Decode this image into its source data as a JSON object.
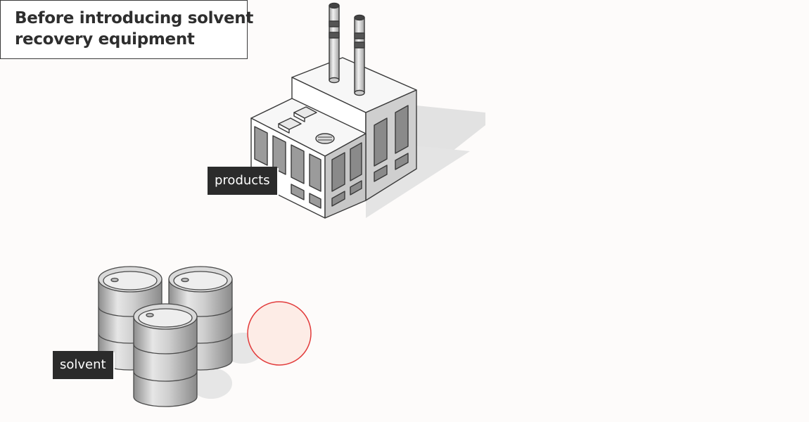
{
  "title": {
    "line1": "Before introducing solvent",
    "line2": "recovery equipment"
  },
  "labels": {
    "products": "products",
    "solvent": "solvent"
  },
  "colors": {
    "background": "#fdfbfa",
    "label_background": "#2b2b2b",
    "marker_stroke": "#e23b3b",
    "marker_fill": "#fdece6"
  },
  "icons": {
    "factory": "factory-icon",
    "barrels": "oil-drum-icon",
    "marker": "circle-marker-icon"
  }
}
